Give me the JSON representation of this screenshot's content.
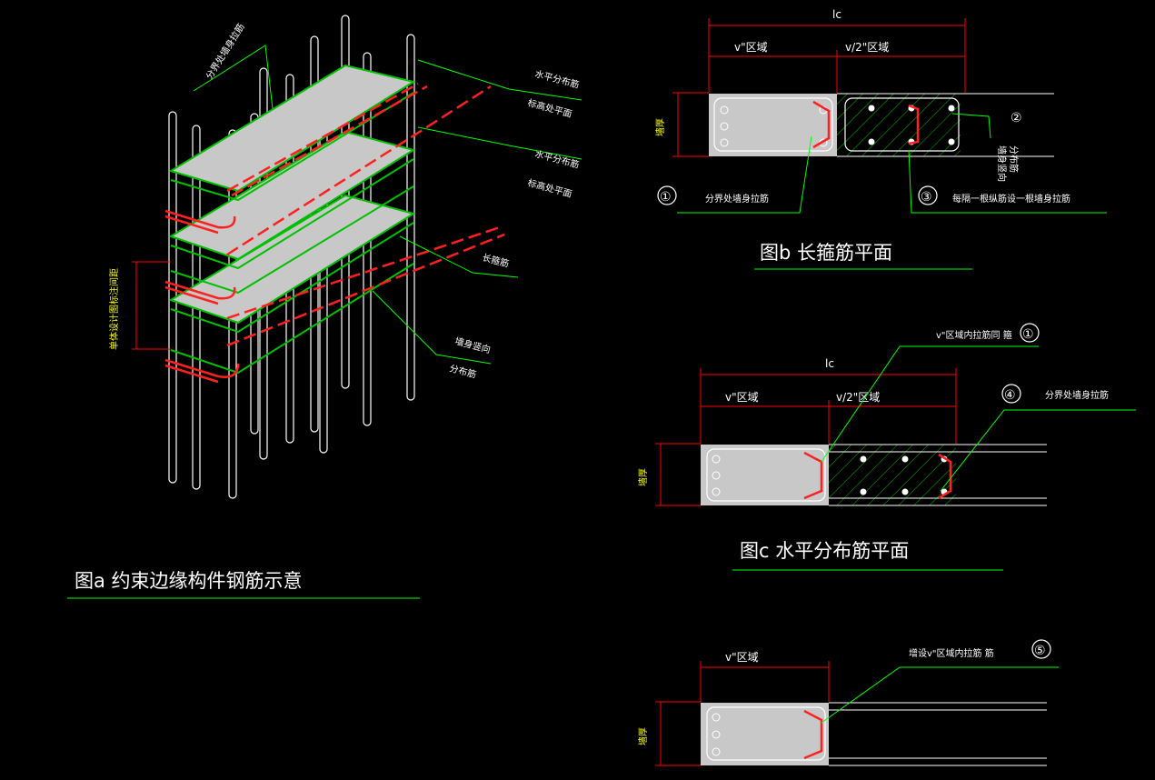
{
  "colors": {
    "background": "#000000",
    "dimension": "#ff0000",
    "leader": "#00ff00",
    "stirrup": "#00c000",
    "tie": "#ff2020",
    "bar": "#ffffff",
    "wall_fill": "#c8c8c8",
    "label_yellow": "#ffff00"
  },
  "fig_a": {
    "title": "图a  约束边缘构件钢筋示意",
    "labels": {
      "boundary_tie": "分界处墙身拉筋",
      "horiz_rebar_1": "水平分布筋",
      "elev_1": "标高处平面",
      "horiz_rebar_2": "水平分布筋",
      "elev_2": "标高处平面",
      "long_stirrup": "长箍筋",
      "vert_rebar_1": "墙身竖向",
      "vert_rebar_2": "分布筋",
      "spacing": "单体设计图标注间距"
    }
  },
  "fig_b": {
    "title": "图b  长箍筋平面",
    "lc": "lc",
    "zone_v": "v\"区域",
    "zone_v2": "v/2\"区域",
    "wall_thickness": "墙厚",
    "circle_1": "①",
    "label_1": "分界处墙身拉筋",
    "circle_2": "②",
    "label_2a": "墙身竖向",
    "label_2b": "分布筋",
    "circle_3": "③",
    "label_3": "每隔一根纵筋设一根墙身拉筋"
  },
  "fig_c": {
    "title": "图c  水平分布筋平面",
    "lc": "lc",
    "zone_v": "v\"区域",
    "zone_v2": "v/2\"区域",
    "wall_thickness": "墙厚",
    "label_1": "v\"区域内拉筋同  箍",
    "circle_1": "①",
    "circle_4": "④",
    "label_4": "分界处墙身拉筋"
  },
  "fig_d": {
    "zone_v": "v\"区域",
    "wall_thickness": "墙厚",
    "label_5": "增设v\"区域内拉筋  筋",
    "circle_5": "⑤"
  }
}
